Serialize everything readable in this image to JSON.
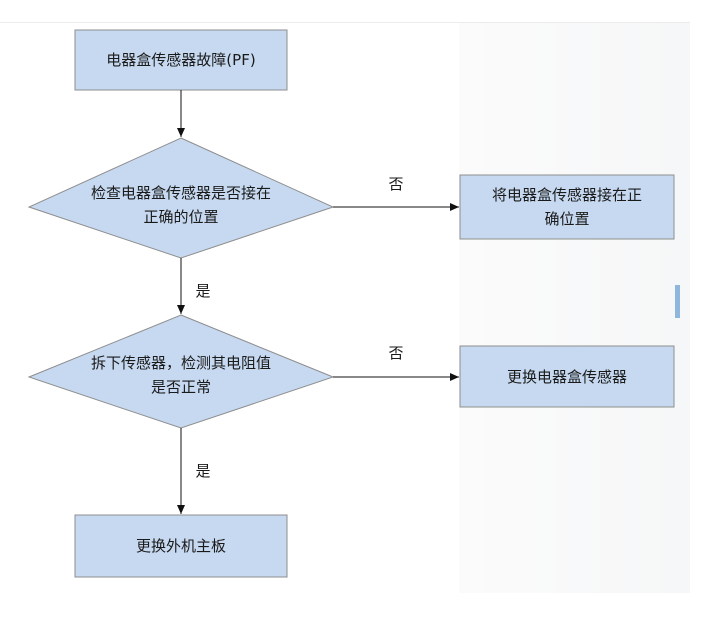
{
  "flowchart": {
    "nodes": {
      "start": "电器盒传感器故障(PF)",
      "decision1": "检查电器盒传感器是否接在\n正确的位置",
      "action1": "将电器盒传感器接在正\n确位置",
      "decision2": "拆下传感器，检测其电阻值\n是否正常",
      "action2": "更换电器盒传感器",
      "end": "更换外机主板"
    },
    "edges": {
      "d1_no": "否",
      "d1_yes": "是",
      "d2_no": "否",
      "d2_yes": "是"
    },
    "colors": {
      "box_fill": "#c6d9f0",
      "box_stroke": "#8e8e8e",
      "arrow": "#111111"
    }
  }
}
